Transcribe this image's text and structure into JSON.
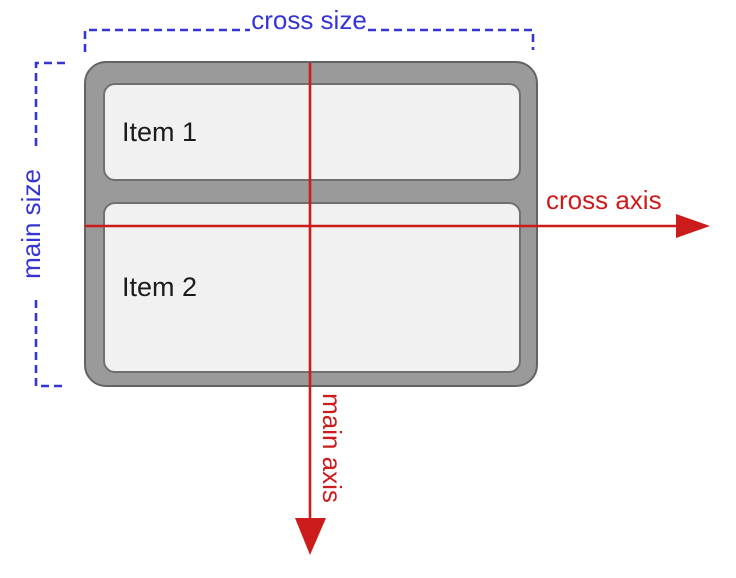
{
  "diagram": {
    "container": {
      "items": [
        {
          "label": "Item 1"
        },
        {
          "label": "Item 2"
        }
      ]
    },
    "annotations": {
      "cross_size": "cross size",
      "main_size": "main size",
      "cross_axis": "cross axis",
      "main_axis": "main axis"
    },
    "colors": {
      "size_annotation": "#3535d6",
      "axis_annotation": "#cc1b1b",
      "container_fill": "#9a9a9a",
      "container_border": "#636363",
      "item_fill": "#f1f1f1",
      "item_border": "#707070",
      "item_text": "#1b1b1b"
    }
  }
}
